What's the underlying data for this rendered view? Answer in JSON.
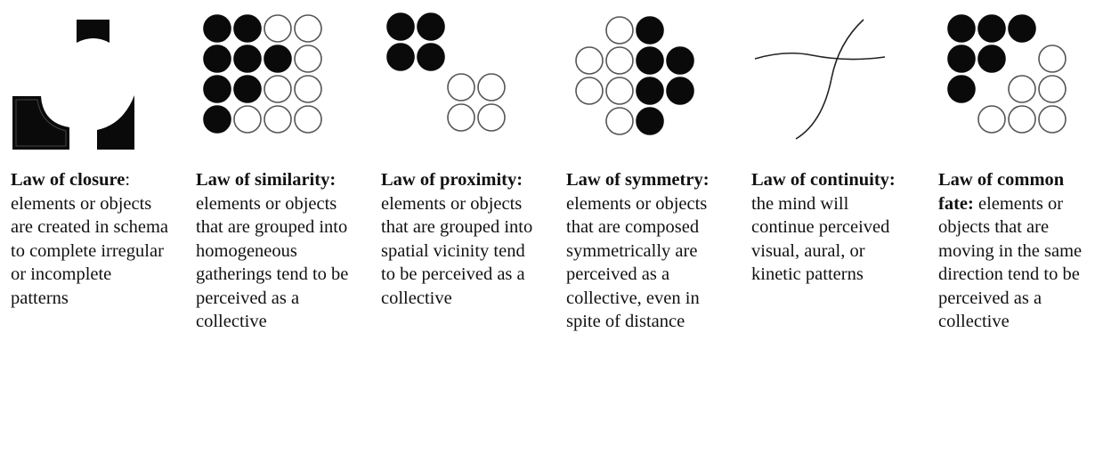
{
  "laws": [
    {
      "key": "closure",
      "title": "Law of closure",
      "separator": ":",
      "description": " elements or objects are created in schema to complete irregular or incomplete patterns",
      "icon": "closure-shapes-icon"
    },
    {
      "key": "similarity",
      "title": "Law of similarity:",
      "separator": "",
      "description": " elements or objects that are grouped into homogeneous gatherings tend to be perceived as a collective",
      "icon": "similarity-grid-icon"
    },
    {
      "key": "proximity",
      "title": "Law of proximity:",
      "separator": "",
      "description": " elements or objects that are grouped into spatial vicinity tend to be perceived as a collective",
      "icon": "proximity-groups-icon"
    },
    {
      "key": "symmetry",
      "title": "Law of symmetry:",
      "separator": "",
      "description": " elements or objects that are composed symmetrically are perceived as a collective, even in spite of distance",
      "icon": "symmetry-circles-icon"
    },
    {
      "key": "continuity",
      "title": "Law of continuity:",
      "separator": "",
      "description": " the mind will continue perceived visual, aural, or kinetic patterns",
      "icon": "continuity-curves-icon"
    },
    {
      "key": "common-fate",
      "title": "Law of common fate:",
      "separator": "",
      "description": " elements or objects that are moving in the same direction tend to be perceived as a collective",
      "icon": "common-fate-circles-icon"
    }
  ],
  "colors": {
    "filled": "#0a0a0a",
    "outline": "#555555",
    "text": "#111111"
  }
}
